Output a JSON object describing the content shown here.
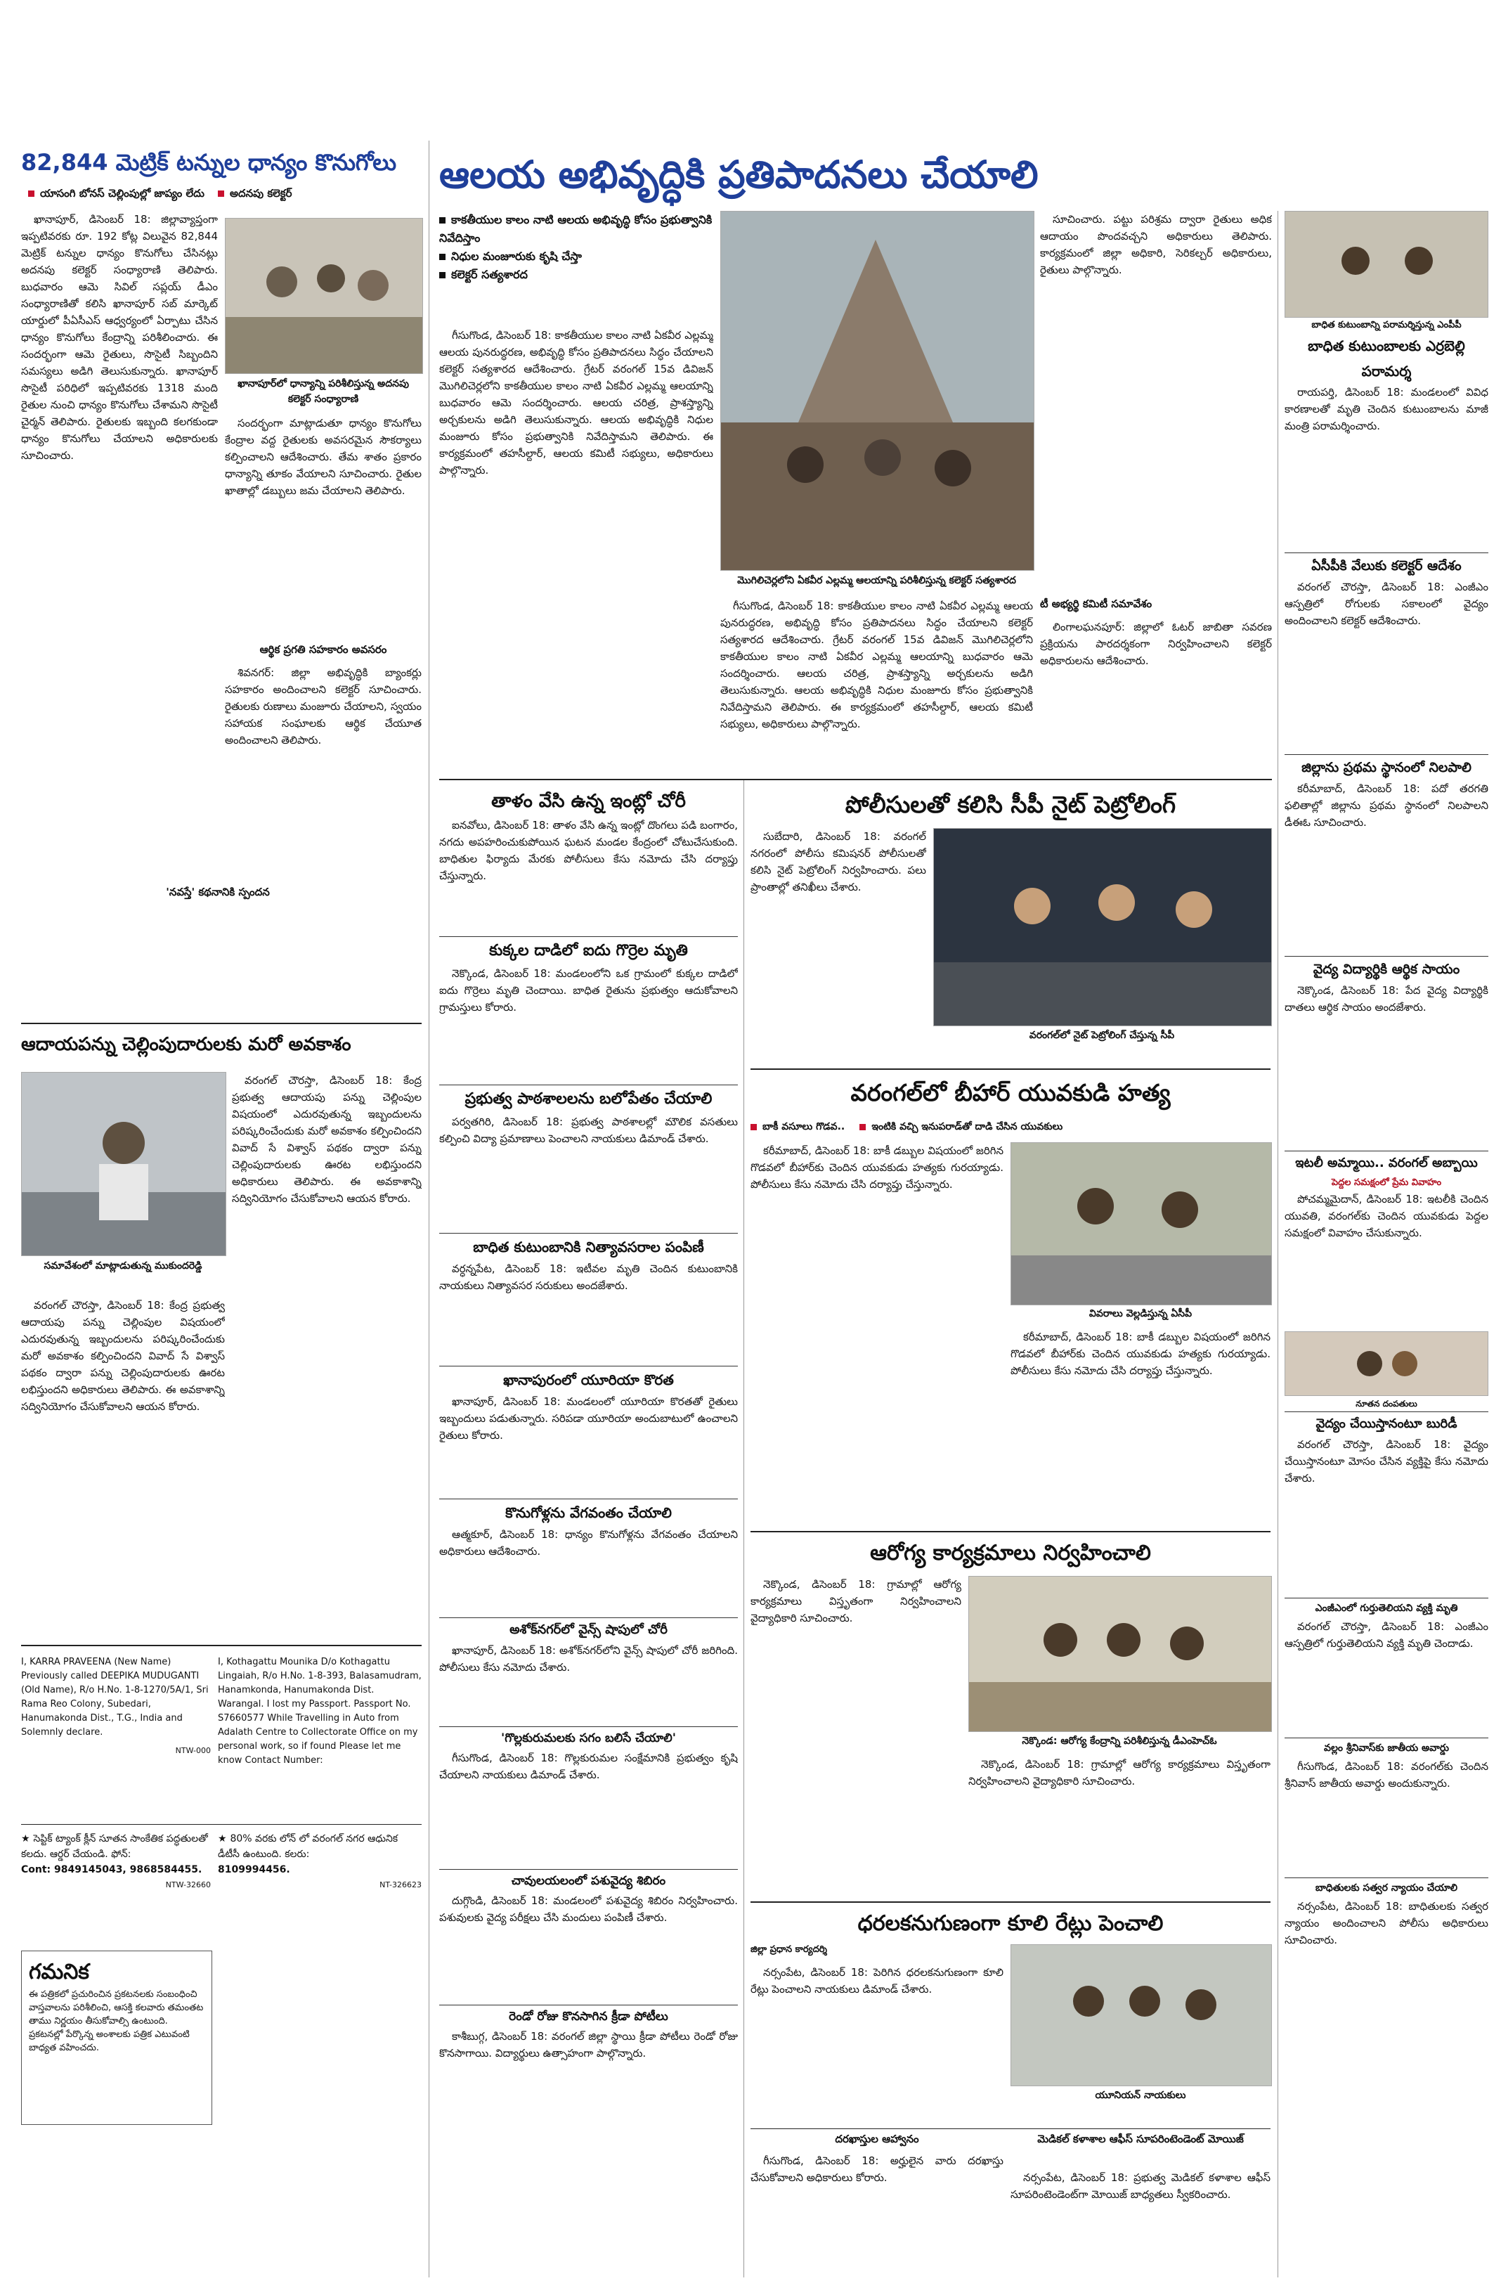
{
  "top_left": {
    "headline": "82,844 మెట్రిక్ టన్నుల ధాన్యం కొనుగోలు",
    "b1": "యాసంగి బోనస్ చెల్లింపుల్లో జాప్యం లేదు",
    "b2": "అదనపు కలెక్టర్",
    "body": "ఖానాపూర్, డిసెంబర్ 18: జిల్లావ్యాప్తంగా ఇప్పటివరకు రూ. 192 కోట్ల విలువైన 82,844 మెట్రిక్ టన్నుల ధాన్యం కొనుగోలు చేసినట్లు అదనపు కలెక్టర్ సంధ్యారాణి తెలిపారు. బుధవారం ఆమె సివిల్ సప్లయ్ డీఎం సంధ్యారాణితో కలిసి ఖానాపూర్ సబ్ మార్కెట్ యార్డులో పీఏసీఎస్ ఆధ్వర్యంలో ఏర్పాటు చేసిన ధాన్యం కొనుగోలు కేంద్రాన్ని పరిశీలించారు. ఈ సందర్భంగా ఆమె రైతులు, సొసైటీ సిబ్బందిని సమస్యలు అడిగి తెలుసుకున్నారు. ఖానాపూర్ సొసైటీ పరిధిలో ఇప్పటివరకు 1318 మంది రైతుల నుంచి ధాన్యం కొనుగోలు చేశామని సొసైటీ చైర్మన్ తెలిపారు. రైతులకు ఇబ్బంది కలగకుండా ధాన్యం కొనుగోలు చేయాలని అధికారులకు సూచించారు."
  },
  "main": {
    "headline": "ఆలయ అభివృద్ధికి ప్రతిపాదనలు చేయాలి",
    "b1": "కాకతీయుల కాలం నాటి ఆలయ అభివృద్ధి కోసం ప్రభుత్వానికి నివేదిస్తాం",
    "b2": "నిధుల మంజూరుకు కృషి చేస్తా",
    "b3": "కలెక్టర్ సత్యశారద",
    "body": "గీసుగొండ, డిసెంబర్ 18: కాకతీయుల కాలం నాటి ఏకవీర ఎల్లమ్మ ఆలయ పునరుద్ధరణ, అభివృద్ధి కోసం ప్రతిపాదనలు సిద్ధం చేయాలని కలెక్టర్ సత్యశారద ఆదేశించారు. గ్రేటర్ వరంగల్ 15వ డివిజన్ మొగిలిచెర్లలోని కాకతీయుల కాలం నాటి ఏకవీర ఎల్లమ్మ ఆలయాన్ని బుధవారం ఆమె సందర్శించారు. ఆలయ చరిత్ర, ప్రాశస్త్యాన్ని అర్చకులను అడిగి తెలుసుకున్నారు. ఆలయ అభివృద్ధికి నిధుల మంజూరు కోసం ప్రభుత్వానికి నివేదిస్తామని తెలిపారు. ఈ కార్యక్రమంలో తహసీల్దార్, ఆలయ కమిటీ సభ్యులు, అధికారులు పాల్గొన్నారు.",
    "photo_caption": "మొగిలిచెర్లలోని ఏకవీర ఎల్లమ్మ ఆలయాన్ని పరిశీలిస్తున్న కలెక్టర్ సత్యశారద"
  },
  "col1": {
    "subhead": "'నవస్తే' కథనానికి స్పందన",
    "headline": "ఆదాయపన్ను చెల్లింపుదారులకు మరో అవకాశం",
    "photo_caption": "సమావేశంలో మాట్లాడుతున్న ముకుందరెడ్డి",
    "body": "వరంగల్ చౌరస్తా, డిసెంబర్ 18: కేంద్ర ప్రభుత్వ ఆదాయపు పన్ను చెల్లింపుల విషయంలో ఎదురవుతున్న ఇబ్బందులను పరిష్కరించేందుకు మరో అవకాశం కల్పించిందని వివాద్ సే విశ్వాస్ పథకం ద్వారా పన్ను చెల్లింపుదారులకు ఊరట లభిస్తుందని అధికారులు తెలిపారు. ఈ అవకాశాన్ని సద్వినియోగం చేసుకోవాలని ఆయన కోరారు."
  },
  "col2": {
    "photo_caption": "ఖానాపూర్‌లో ధాన్యాన్ని పరిశీలిస్తున్న అదనపు కలెక్టర్ సంధ్యారాణి",
    "body": "సందర్భంగా మాట్లాడుతూ ధాన్యం కొనుగోలు కేంద్రాల వద్ద రైతులకు అవసరమైన సౌకర్యాలు కల్పించాలని ఆదేశించారు. తేమ శాతం ప్రకారం ధాన్యాన్ని తూకం వేయాలని సూచించారు. రైతుల ఖాతాల్లో డబ్బులు జమ చేయాలని తెలిపారు.",
    "subhead": "ఆర్థిక ప్రగతి సహకారం అవసరం",
    "body2": "శివనగర్: జిల్లా అభివృద్ధికి బ్యాంకర్లు సహకారం అందించాలని కలెక్టర్ సూచించారు. రైతులకు రుణాలు మంజూరు చేయాలని, స్వయం సహాయక సంఘాలకు ఆర్థిక చేయూత అందించాలని తెలిపారు."
  },
  "temple_side": {
    "body": "సూచించారు. పట్టు పరిశ్రమ ద్వారా రైతులు అధిక ఆదాయం పొందవచ్చని అధికారులు తెలిపారు. కార్యక్రమంలో జిల్లా అధికారి, సెరికల్చర్ అధికారులు, రైతులు పాల్గొన్నారు.",
    "subhead": "టీ అభ్యర్థి కమిటీ సమావేశం",
    "body2": "లింగాలఘనపూర్: జిల్లాలో ఓటర్ జాబితా సవరణ ప్రక్రియను పారదర్శకంగా నిర్వహించాలని కలెక్టర్ అధికారులను ఆదేశించారు."
  },
  "col3": {
    "h1": "తాళం వేసి ఉన్న ఇంట్లో చోరీ",
    "p1": "ఐనవోలు, డిసెంబర్ 18: తాళం వేసి ఉన్న ఇంట్లో దొంగలు పడి బంగారం, నగదు అపహరించుకుపోయిన ఘటన మండల కేంద్రంలో చోటుచేసుకుంది. బాధితుల ఫిర్యాదు మేరకు పోలీసులు కేసు నమోదు చేసి దర్యాప్తు చేస్తున్నారు.",
    "h2": "కుక్కల దాడిలో ఐదు గొర్రెల మృతి",
    "p2": "నెక్కొండ, డిసెంబర్ 18: మండలంలోని ఒక గ్రామంలో కుక్కల దాడిలో ఐదు గొర్రెలు మృతి చెందాయి. బాధిత రైతును ప్రభుత్వం ఆదుకోవాలని గ్రామస్తులు కోరారు.",
    "h3": "ప్రభుత్వ పాఠశాలలను బలోపేతం చేయాలి",
    "p3": "పర్వతగిరి, డిసెంబర్ 18: ప్రభుత్వ పాఠశాలల్లో మౌలిక వసతులు కల్పించి విద్యా ప్రమాణాలు పెంచాలని నాయకులు డిమాండ్ చేశారు.",
    "h4": "బాధిత కుటుంబానికి నిత్యావసరాల పంపిణీ",
    "p4": "వర్ధన్నపేట, డిసెంబర్ 18: ఇటీవల మృతి చెందిన కుటుంబానికి నాయకులు నిత్యావసర సరుకులు అందజేశారు.",
    "h5": "ఖానాపురంలో యూరియా కొరత",
    "p5": "ఖానాపూర్, డిసెంబర్ 18: మండలంలో యూరియా కొరతతో రైతులు ఇబ్బందులు పడుతున్నారు. సరిపడా యూరియా అందుబాటులో ఉంచాలని రైతులు కోరారు.",
    "h6": "కొనుగోళ్లను వేగవంతం చేయాలి",
    "p6": "ఆత్మకూర్, డిసెంబర్ 18: ధాన్యం కొనుగోళ్లను వేగవంతం చేయాలని అధికారులు ఆదేశించారు.",
    "h7": "అశోక్‌నగర్‌లో వైన్స్ షాపులో చోరీ",
    "p7": "ఖానాపూర్, డిసెంబర్ 18: అశోక్‌నగర్‌లోని వైన్స్ షాపులో చోరీ జరిగింది. పోలీసులు కేసు నమోదు చేశారు.",
    "h8": "'గొల్లకురుమలకు సగం బలిసే చేయాలి'",
    "p8": "గీసుగొండ, డిసెంబర్ 18: గొల్లకురుమల సంక్షేమానికి ప్రభుత్వం కృషి చేయాలని నాయకులు డిమాండ్ చేశారు.",
    "h9": "చావులయలంలో పశువైద్య శిబిరం",
    "p9": "దుగ్గొండి, డిసెంబర్ 18: మండలంలో పశువైద్య శిబిరం నిర్వహించారు. పశువులకు వైద్య పరీక్షలు చేసి మందులు పంపిణీ చేశారు.",
    "h10": "రెండో రోజు కొనసాగిన క్రీడా పోటీలు",
    "p10": "కాశీబుగ్గ, డిసెంబర్ 18: వరంగల్ జిల్లా స్థాయి క్రీడా పోటీలు రెండో రోజు కొనసాగాయి. విద్యార్థులు ఉత్సాహంగా పాల్గొన్నారు."
  },
  "col4": {
    "h1": "పోలీసులతో కలిసి సీపీ నైట్ పెట్రోలింగ్",
    "p1": "సుబేదారి, డిసెంబర్ 18: వరంగల్ నగరంలో పోలీసు కమిషనర్ పోలీసులతో కలిసి నైట్ పెట్రోలింగ్ నిర్వహించారు. పలు ప్రాంతాల్లో తనిఖీలు చేశారు.",
    "photo1_caption": "వరంగల్‌లో నైట్ పెట్రోలింగ్ చేస్తున్న సీపీ",
    "h2": "వరంగల్‌లో బీహార్ యువకుడి హత్య",
    "b1": "బాకీ వసూలు గొడవ..",
    "b2": "ఇంటికి వచ్చి ఇనుపరాడ్‌తో దాడి చేసిన యువకులు",
    "p2": "కరీమాబాద్, డిసెంబర్ 18: బాకీ డబ్బుల విషయంలో జరిగిన గొడవలో బీహార్‌కు చెందిన యువకుడు హత్యకు గురయ్యాడు. పోలీసులు కేసు నమోదు చేసి దర్యాప్తు చేస్తున్నారు.",
    "photo2_caption": "వివరాలు వెల్లడిస్తున్న ఏసీపీ",
    "h3": "ఆరోగ్య కార్యక్రమాలు నిర్వహించాలి",
    "p3": "నెక్కొండ, డిసెంబర్ 18: గ్రామాల్లో ఆరోగ్య కార్యక్రమాలు విస్తృతంగా నిర్వహించాలని వైద్యాధికారి సూచించారు.",
    "photo3_caption": "నెక్కొండ: ఆరోగ్య కేంద్రాన్ని పరిశీలిస్తున్న డీఎంహెచ్‌ఓ",
    "h4": "ధరలకనుగుణంగా కూలి రేట్లు పెంచాలి",
    "subh4": "జిల్లా ప్రధాన కార్యదర్శి",
    "p4": "నర్సంపేట, డిసెంబర్ 18: పెరిగిన ధరలకనుగుణంగా కూలి రేట్లు పెంచాలని నాయకులు డిమాండ్ చేశారు.",
    "photo4_caption": "యూనియన్ నాయకులు",
    "h5": "మెడికల్ కళాశాల ఆఫీస్ సూపరింటెండెంట్ మోయిజ్",
    "p5": "నర్సంపేట, డిసెంబర్ 18: ప్రభుత్వ మెడికల్ కళాశాల ఆఫీస్ సూపరింటెండెంట్‌గా మోయిజ్ బాధ్యతలు స్వీకరించారు.",
    "h6": "దరఖాస్తుల ఆహ్వానం",
    "p6": "గీసుగొండ, డిసెంబర్ 18: అర్హులైన వారు దరఖాస్తు చేసుకోవాలని అధికారులు కోరారు."
  },
  "col5": {
    "photo1_caption": "బాధిత కుటుంబాన్ని పరామర్శిస్తున్న ఎంపీపీ",
    "h1": "బాధిత కుటుంబాలకు ఎర్రబెల్లి పరామర్శ",
    "p1": "రాయపర్తి, డిసెంబర్ 18: మండలంలో వివిధ కారణాలతో మృతి చెందిన కుటుంబాలను మాజీ మంత్రి పరామర్శించారు.",
    "h2": "ఏసీపీకి వేలుకు కలెక్టర్ ఆదేశం",
    "p2": "వరంగల్ చౌరస్తా, డిసెంబర్ 18: ఎంజీఎం ఆస్పత్రిలో రోగులకు సకాలంలో వైద్యం అందించాలని కలెక్టర్ ఆదేశించారు.",
    "h3": "జిల్లాను ప్రథమ స్థానంలో నిలపాలి",
    "p3": "కరీమాబాద్, డిసెంబర్ 18: పదో తరగతి ఫలితాల్లో జిల్లాను ప్రథమ స్థానంలో నిలపాలని డీఈఓ సూచించారు.",
    "h4": "వైద్య విద్యార్థికి ఆర్థిక సాయం",
    "p4": "నెక్కొండ, డిసెంబర్ 18: పేద వైద్య విద్యార్థికి దాతలు ఆర్థిక సాయం అందజేశారు.",
    "h5": "ఇటలీ అమ్మాయి.. వరంగల్ అబ్బాయి",
    "subh5": "పెద్దల సమక్షంలో ప్రేమ వివాహం",
    "p5": "పోచమ్మమైదాన్, డిసెంబర్ 18: ఇటలీకి చెందిన యువతి, వరంగల్‌కు చెందిన యువకుడు పెద్దల సమక్షంలో వివాహం చేసుకున్నారు.",
    "photo2_caption": "నూతన దంపతులు",
    "h6": "వైద్యం చేయిస్తానంటూ బురిడీ",
    "p6": "వరంగల్ చౌరస్తా, డిసెంబర్ 18: వైద్యం చేయిస్తానంటూ మోసం చేసిన వ్యక్తిపై కేసు నమోదు చేశారు.",
    "h7": "ఎంజీఎంలో గుర్తుతెలియని వ్యక్తి మృతి",
    "p7": "వరంగల్ చౌరస్తా, డిసెంబర్ 18: ఎంజీఎం ఆస్పత్రిలో గుర్తుతెలియని వ్యక్తి మృతి చెందాడు.",
    "h8": "వల్లం శ్రీనివాస్‌కు జాతీయ అవార్డు",
    "p8": "గీసుగొండ, డిసెంబర్ 18: వరంగల్‌కు చెందిన శ్రీనివాస్ జాతీయ అవార్డు అందుకున్నారు.",
    "h9": "బాధితులకు సత్వర న్యాయం చేయాలి",
    "p9": "నర్సంపేట, డిసెంబర్ 18: బాధితులకు సత్వర న్యాయం అందించాలని పోలీసు అధికారులు సూచించారు."
  },
  "ads": {
    "name_change": "I, KARRA PRAVEENA (New Name) Previously called DEEPIKA MUDUGANTI (Old Name), R/o H.No. 1-8-1270/5A/1, Sri Rama Reo Colony, Subedari, Hanumakonda Dist., T.G., India and Solemnly declare.",
    "name_change_code": "NTW-000",
    "lost": "I, Kothagattu Mounika D/o Kothagattu Lingaiah, R/o H.No. 1-8-393, Balasamudram, Hanamkonda, Hanumakonda Dist. Warangal. I lost my Passport. Passport No. S7660577 While Travelling in Auto from Adalath Centre to Collectorate Office on my personal work, so if found Please let me know Contact Number:",
    "class1": "సెప్టిక్ ట్యాంక్ క్లీన్ సూతన సాంకేతిక పద్ధతులతో కలదు. ఆర్డర్ చేయండి. ఫోన్:",
    "class1_phone": "Cont: 9849145043, 9868584455.",
    "class1_code": "NTW-32660",
    "class2": "80% వరకు లోన్ లో వరంగల్ నగర ఆధునిక డీటీసీ ఉంటుంది. కలరు:",
    "class2_phone": "8109994456.",
    "class2_code": "NT-326623",
    "notice_title": "గమనిక",
    "notice_body": "ఈ పత్రికలో ప్రచురించిన ప్రకటనలకు సంబంధించి వాస్తవాలను పరిశీలించి, ఆసక్తి కలవారు తమంతట తాము నిర్ణయం తీసుకోవాల్సి ఉంటుంది. ప్రకటనల్లో పేర్కొన్న అంశాలకు పత్రిక ఎటువంటి బాధ్యత వహించదు."
  }
}
